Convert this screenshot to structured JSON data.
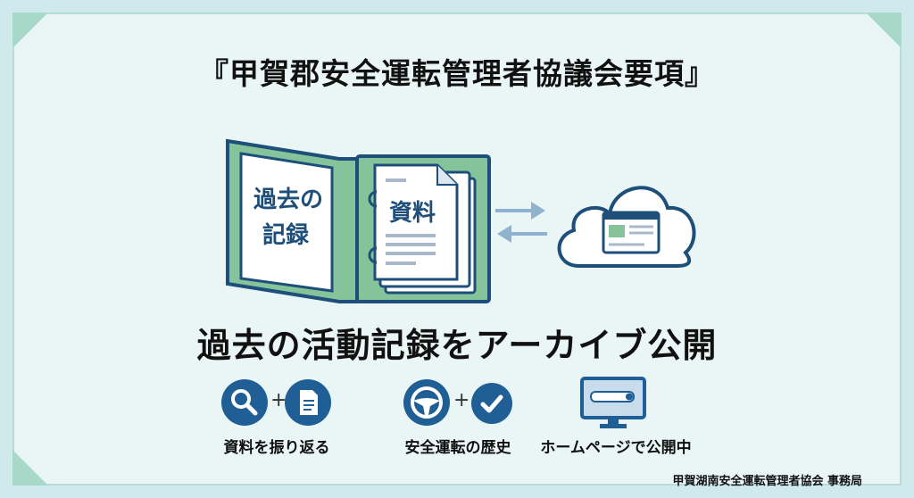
{
  "title": "『甲賀郡安全運転管理者協議会要項』",
  "binder": {
    "left_page": [
      "過去の",
      "記録"
    ],
    "right_page": "資料"
  },
  "headline": "過去の活動記録をアーカイブ公開",
  "features": [
    {
      "label": "資料を振り返る",
      "icons": [
        "search-icon",
        "document-icon"
      ]
    },
    {
      "label": "安全運転の歴史",
      "icons": [
        "steering-wheel-icon",
        "checkmark-icon"
      ]
    },
    {
      "label": "ホームページで公開中",
      "icons": [
        "monitor-search-icon"
      ]
    }
  ],
  "plus": "+",
  "footer": "甲賀湖南安全運転管理者協会 事務局",
  "colors": {
    "primary": "#1f5f96",
    "green": "#7dbf8e",
    "background": "#eaf6f5"
  }
}
